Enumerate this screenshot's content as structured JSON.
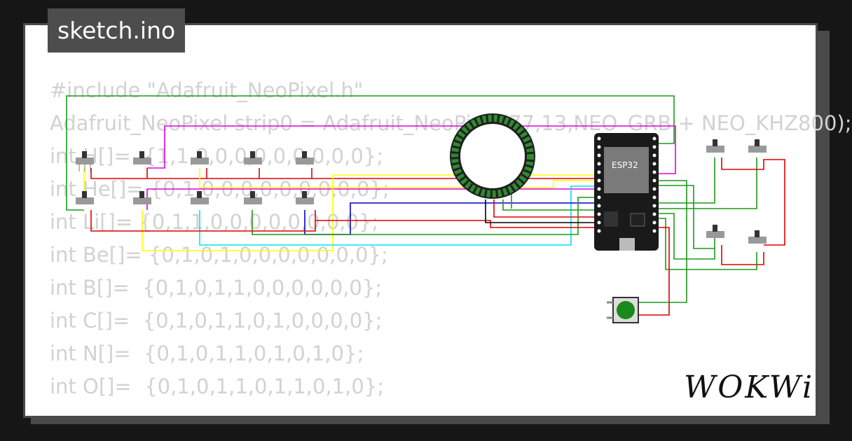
{
  "file": {
    "name": "sketch.ino"
  },
  "code_lines": [
    "#include \"Adafruit_NeoPixel.h\"",
    "Adafruit_NeoPixel strip0 = Adafruit_NeoPixel(77,13,NEO_GRB + NEO_KHZ800);",
    "",
    "int H[]=  {1,1,0,0,0,0,0,0,0,0,0};",
    "int He[]= {0,1,0,0,0,0,0,0,0,0,0};",
    "int Li[]= {0,1,1,0,0,0,0,0,0,0,0};",
    "int Be[]= {0,1,0,1,0,0,0,0,0,0,0};",
    "int B[]=  {0,1,0,1,1,0,0,0,0,0,0};",
    "int C[]=  {0,1,0,1,1,0,1,0,0,0,0};",
    "int N[]=  {0,1,0,1,1,0,1,0,1,0};",
    "int O[]=  {0,1,0,1,1,0,1,1,0,1,0};"
  ],
  "board": {
    "label": "ESP32"
  },
  "brand": {
    "logo": "WOKWi"
  },
  "colors": {
    "background": "#161616",
    "panel": "#ffffff",
    "code_text": "#d2d2d2",
    "wire_red": "#e00000",
    "wire_green": "#1a9a1a",
    "wire_magenta": "#e000e0",
    "wire_yellow": "#ffff00",
    "wire_blue": "#0000cc",
    "wire_cyan": "#00e0ff",
    "wire_black": "#000000",
    "button": "#1a8a1a"
  }
}
